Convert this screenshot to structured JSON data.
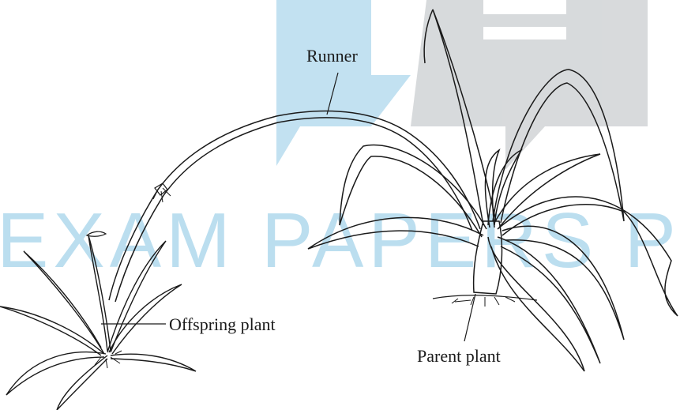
{
  "diagram": {
    "labels": {
      "runner": "Runner",
      "offspring": "Offspring plant",
      "parent": "Parent plant"
    }
  },
  "watermark": {
    "text": "EXAM PAPERS PRA",
    "color": "#8fc9e6"
  },
  "colors": {
    "ink": "#1a1a1a",
    "background": "#ffffff"
  }
}
